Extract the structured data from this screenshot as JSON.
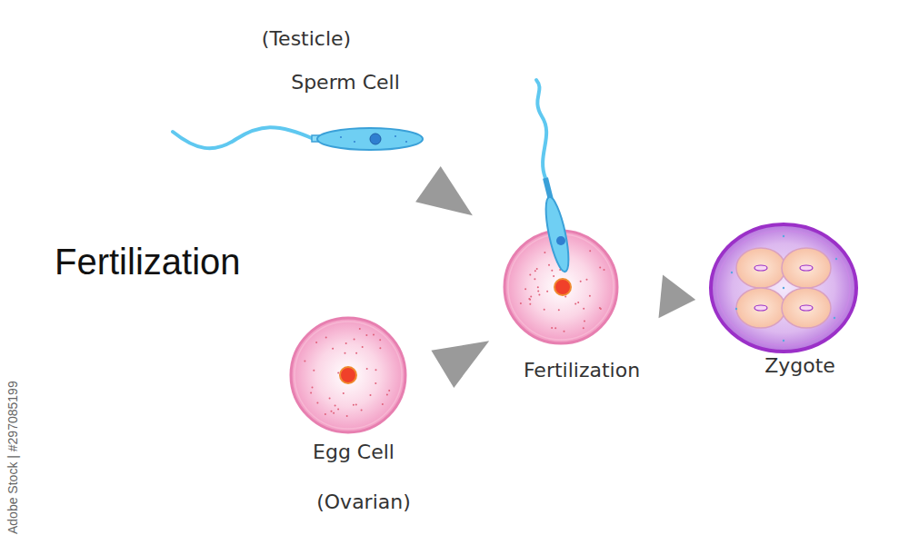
{
  "diagram": {
    "title": "Fertilization",
    "nodes": [
      {
        "text": [
          "(Testicle)",
          "Sperm Cell"
        ]
      },
      {
        "text": [
          "Fertilization"
        ]
      },
      {
        "text": [
          "Egg Cell",
          "(Ovarian)"
        ]
      },
      {
        "text": [
          "Zygote"
        ]
      }
    ],
    "edges": [
      {
        "from": 0,
        "to": 1,
        "arrow": "to"
      },
      {
        "from": 2,
        "to": 1,
        "arrow": "to"
      },
      {
        "from": 1,
        "to": 3,
        "arrow": "to"
      }
    ],
    "labels": [
      "Adobe Stock | #297085199"
    ]
  }
}
